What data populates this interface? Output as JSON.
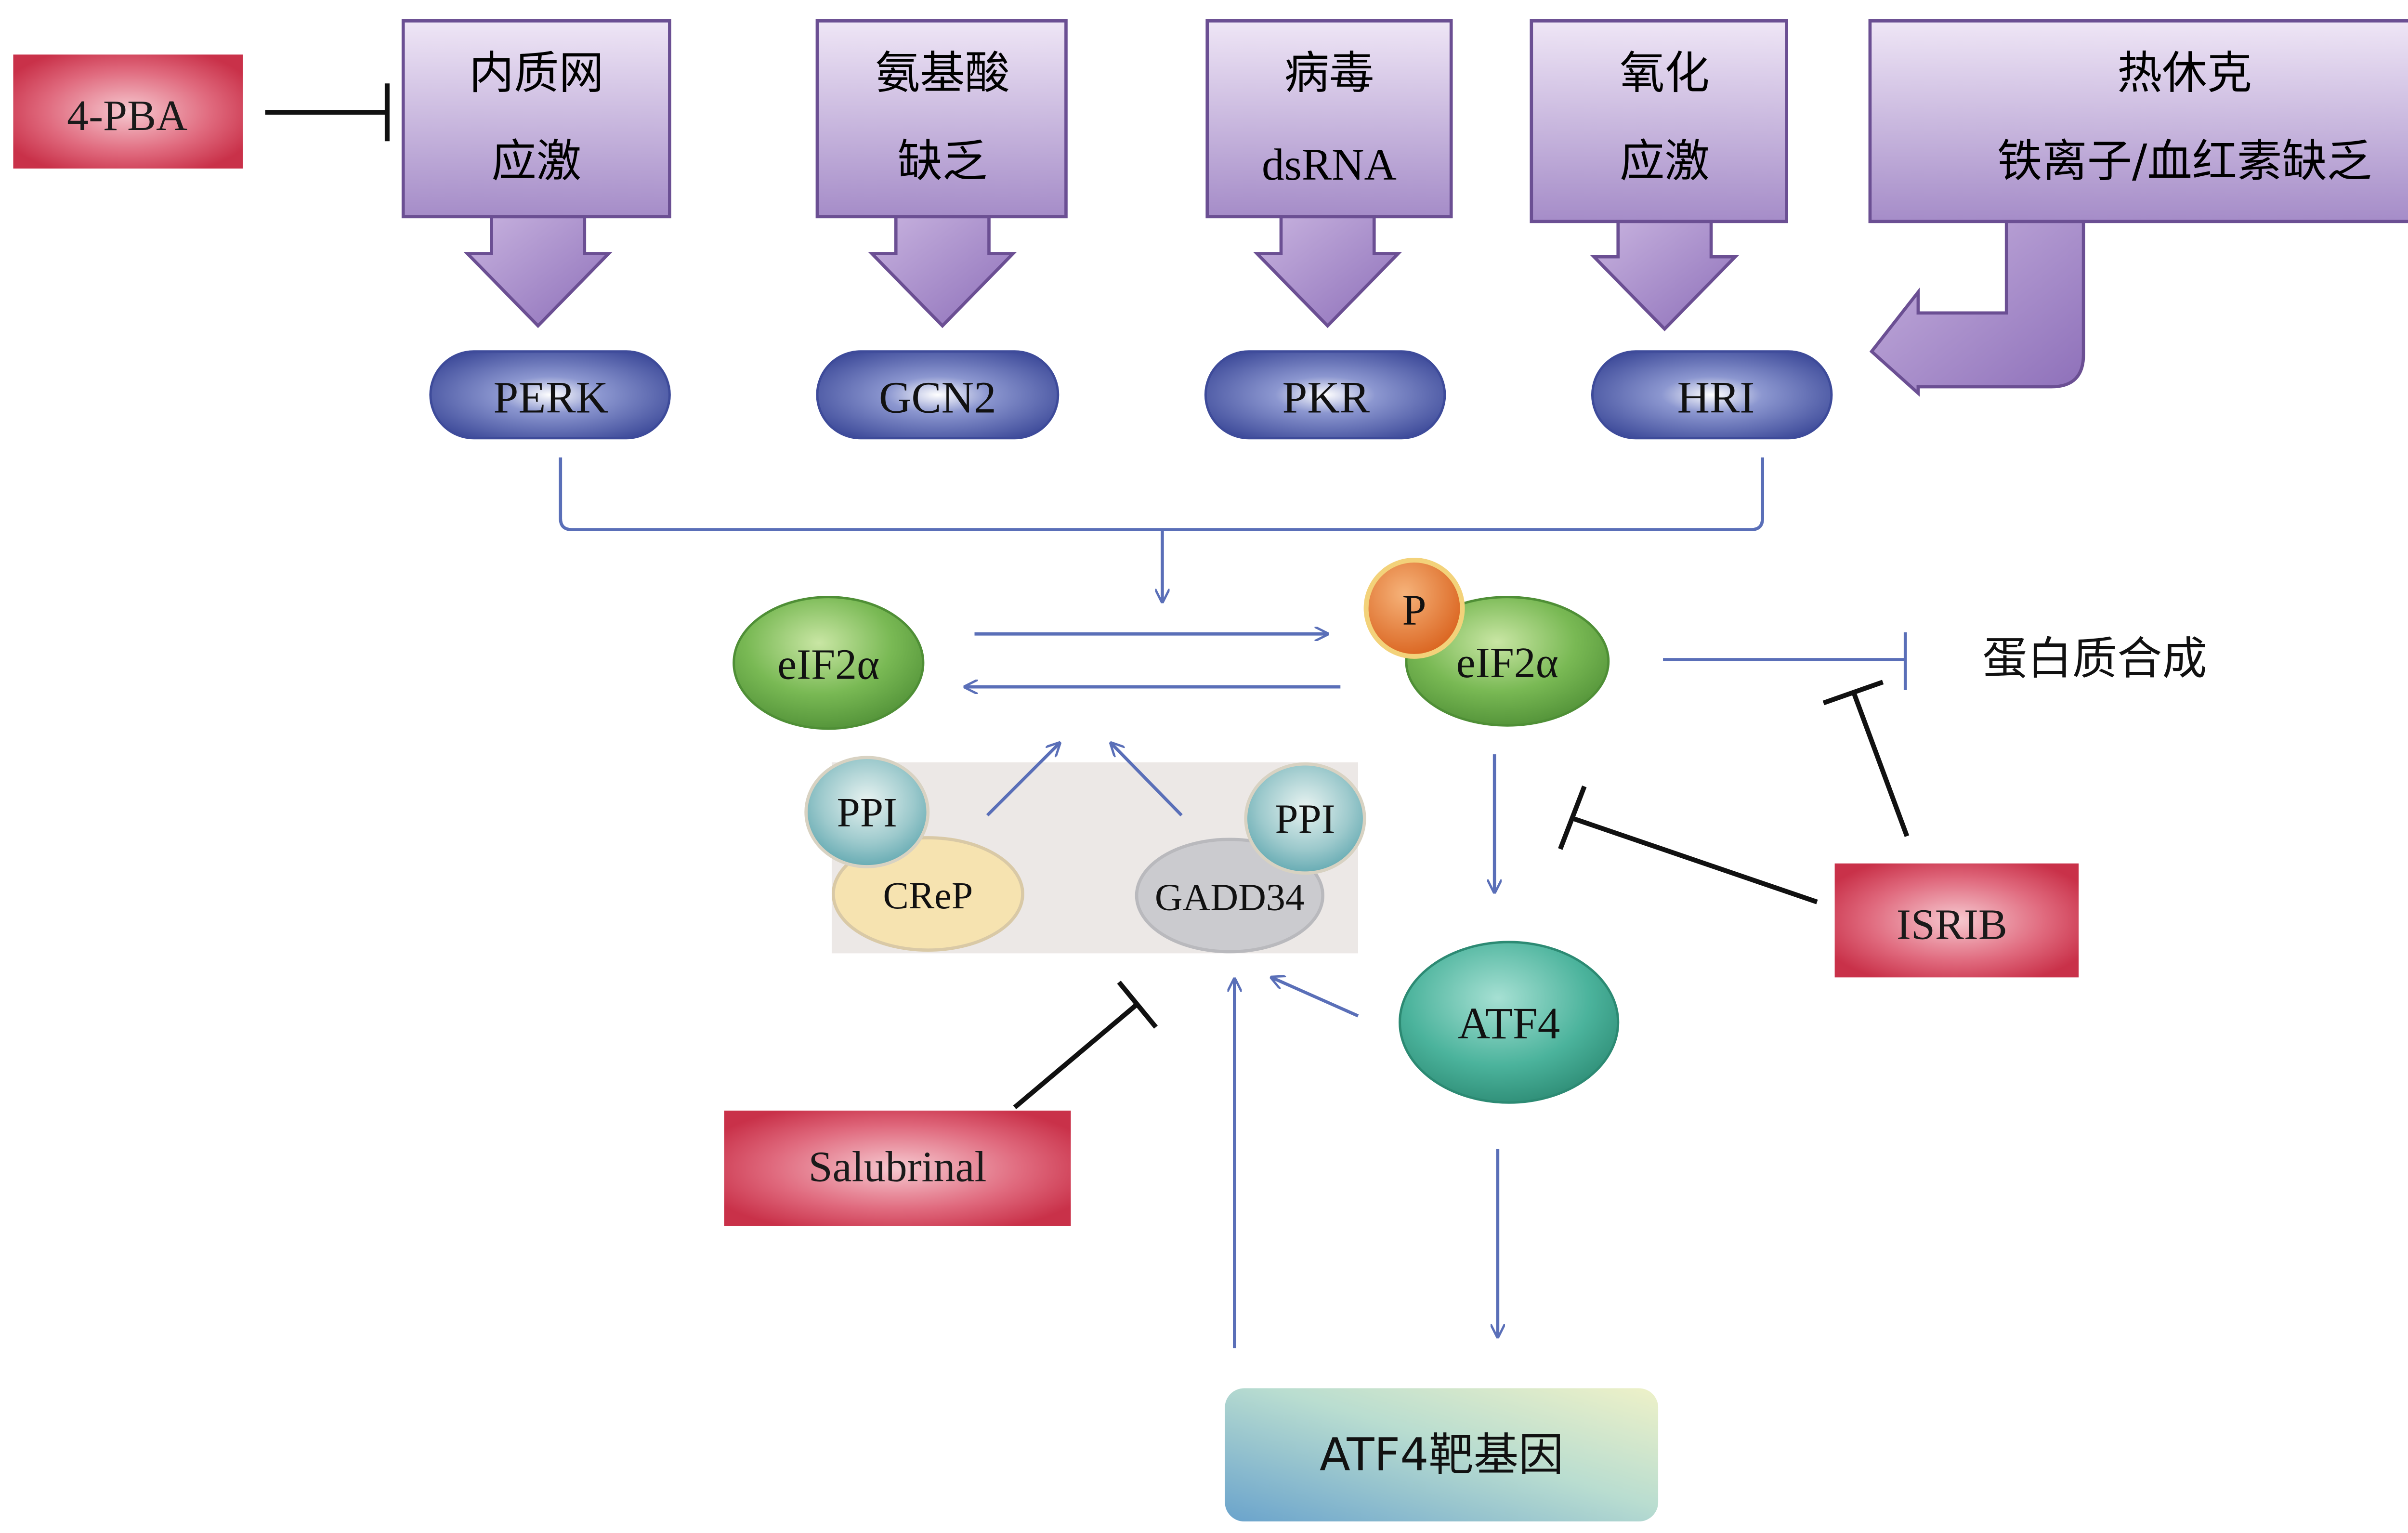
{
  "stressors": [
    {
      "line1": "内质网",
      "line2": "应激"
    },
    {
      "line1": "氨基酸",
      "line2": "缺乏"
    },
    {
      "line1": "病毒",
      "line2": "dsRNA"
    },
    {
      "line1": "氧化",
      "line2": "应激"
    },
    {
      "line1": "热休克",
      "line2": "铁离子/血红素缺乏"
    }
  ],
  "kinases": [
    "PERK",
    "GCN2",
    "PKR",
    "HRI"
  ],
  "nodes": {
    "eif2a": "eIF2α",
    "eif2a_p": "eIF2α",
    "phospho": "P",
    "protein_synthesis": "蛋白质合成",
    "ppi_crep": "PPI",
    "crep": "CReP",
    "ppi_gadd34": "PPI",
    "gadd34": "GADD34",
    "atf4": "ATF4",
    "atf4_targets": "ATF4靶基因"
  },
  "inhibitors": {
    "pba": "4-PBA",
    "isrib": "ISRIB",
    "salubrinal": "Salubrinal"
  },
  "colors": {
    "stressor_fill": "#c9b6de",
    "stressor_stroke": "#6b4f93",
    "kinase_fill": "#4c5aa8",
    "arrow_blue": "#5a6fb8",
    "inhibitor_red": "#d23b55",
    "eif2a_green": "#6aa84f",
    "phospho_orange": "#e87b2e",
    "atf4_teal": "#3aa58f",
    "crep_yellow": "#f5e4b0",
    "gadd34_grey": "#c9c9cd",
    "ppi_teal": "#6fb7b8",
    "phosphatase_bg": "#ece8e6"
  }
}
